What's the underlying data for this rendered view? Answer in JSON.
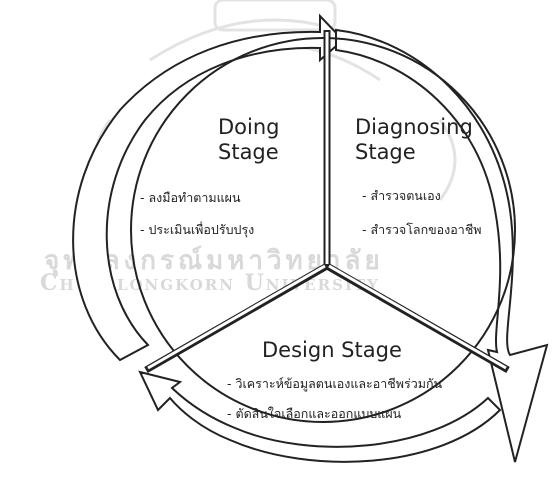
{
  "watermark": {
    "thai": "จุฬาลงกรณ์มหาวิทยาลัย",
    "english": "Chulalongkorn University"
  },
  "stages": {
    "doing": {
      "title_line1": "Doing",
      "title_line2": "Stage",
      "items": [
        "- ลงมือทำตามแผน",
        "- ประเมินเพื่อปรับปรุง"
      ]
    },
    "diagnosing": {
      "title_line1": "Diagnosing",
      "title_line2": "Stage",
      "items": [
        "- สำรวจตนเอง",
        "- สำรวจโลกของอาชีพ"
      ]
    },
    "design": {
      "title": "Design Stage",
      "items": [
        "- วิเคราะห์ข้อมูลตนเองและอาชีพร่วมกัน",
        "- ตัดสินใจเลือกและออกแบบแผน"
      ]
    }
  },
  "colors": {
    "line": "#222222",
    "fill": "#ffffff",
    "watermark": "#d9d9d9"
  }
}
